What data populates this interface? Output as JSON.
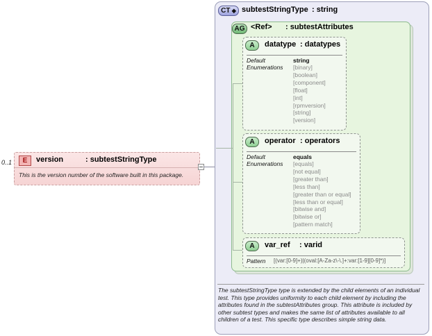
{
  "element": {
    "occurrence": "0..1",
    "badge": "E",
    "name": "version",
    "type": ": subtestStringType",
    "doc": "This is the version number of the software built in this package."
  },
  "complex_type": {
    "badge": "CT",
    "name": "subtestStringType",
    "type": ": string",
    "doc": "The subtestStringType type is extended by the child elements of an individual test.  This type provides uniformity to each child element by including the attributes found in the subtestAttributes group.  This attribute is included by other subtest types and makes the same list of attributes available to all children of a test.  This specific type describes simple string data."
  },
  "attribute_group": {
    "badge": "AG",
    "name": "<Ref>",
    "type": ": subtestAttributes"
  },
  "attributes": [
    {
      "badge": "A",
      "name": "datatype",
      "type": ": datatypes",
      "default_label": "Default",
      "default_value": "string",
      "enum_label": "Enumerations",
      "enumerations": [
        "[binary]",
        "[boolean]",
        "[component]",
        "[float]",
        "[int]",
        "[rpmversion]",
        "[string]",
        "[version]"
      ]
    },
    {
      "badge": "A",
      "name": "operator",
      "type": ": operators",
      "default_label": "Default",
      "default_value": "equals",
      "enum_label": "Enumerations",
      "enumerations": [
        "[equals]",
        "[not equal]",
        "[greater than]",
        "[less than]",
        "[greater than or equal]",
        "[less than or equal]",
        "[bitwise and]",
        "[bitwise or]",
        "[pattern match]"
      ]
    },
    {
      "badge": "A",
      "name": "var_ref",
      "type": ": varid",
      "pattern_label": "Pattern",
      "pattern_value": "[(var:[0-9]+)|(oval:[A-Za-z\\-\\.]+:var:[1-9][0-9]*)]"
    }
  ],
  "colors": {
    "element_fill": "#f6d4d4",
    "complex_type_fill": "#ececf7",
    "attribute_group_fill": "#e7f5df",
    "attribute_fill": "#f2f8ef"
  }
}
